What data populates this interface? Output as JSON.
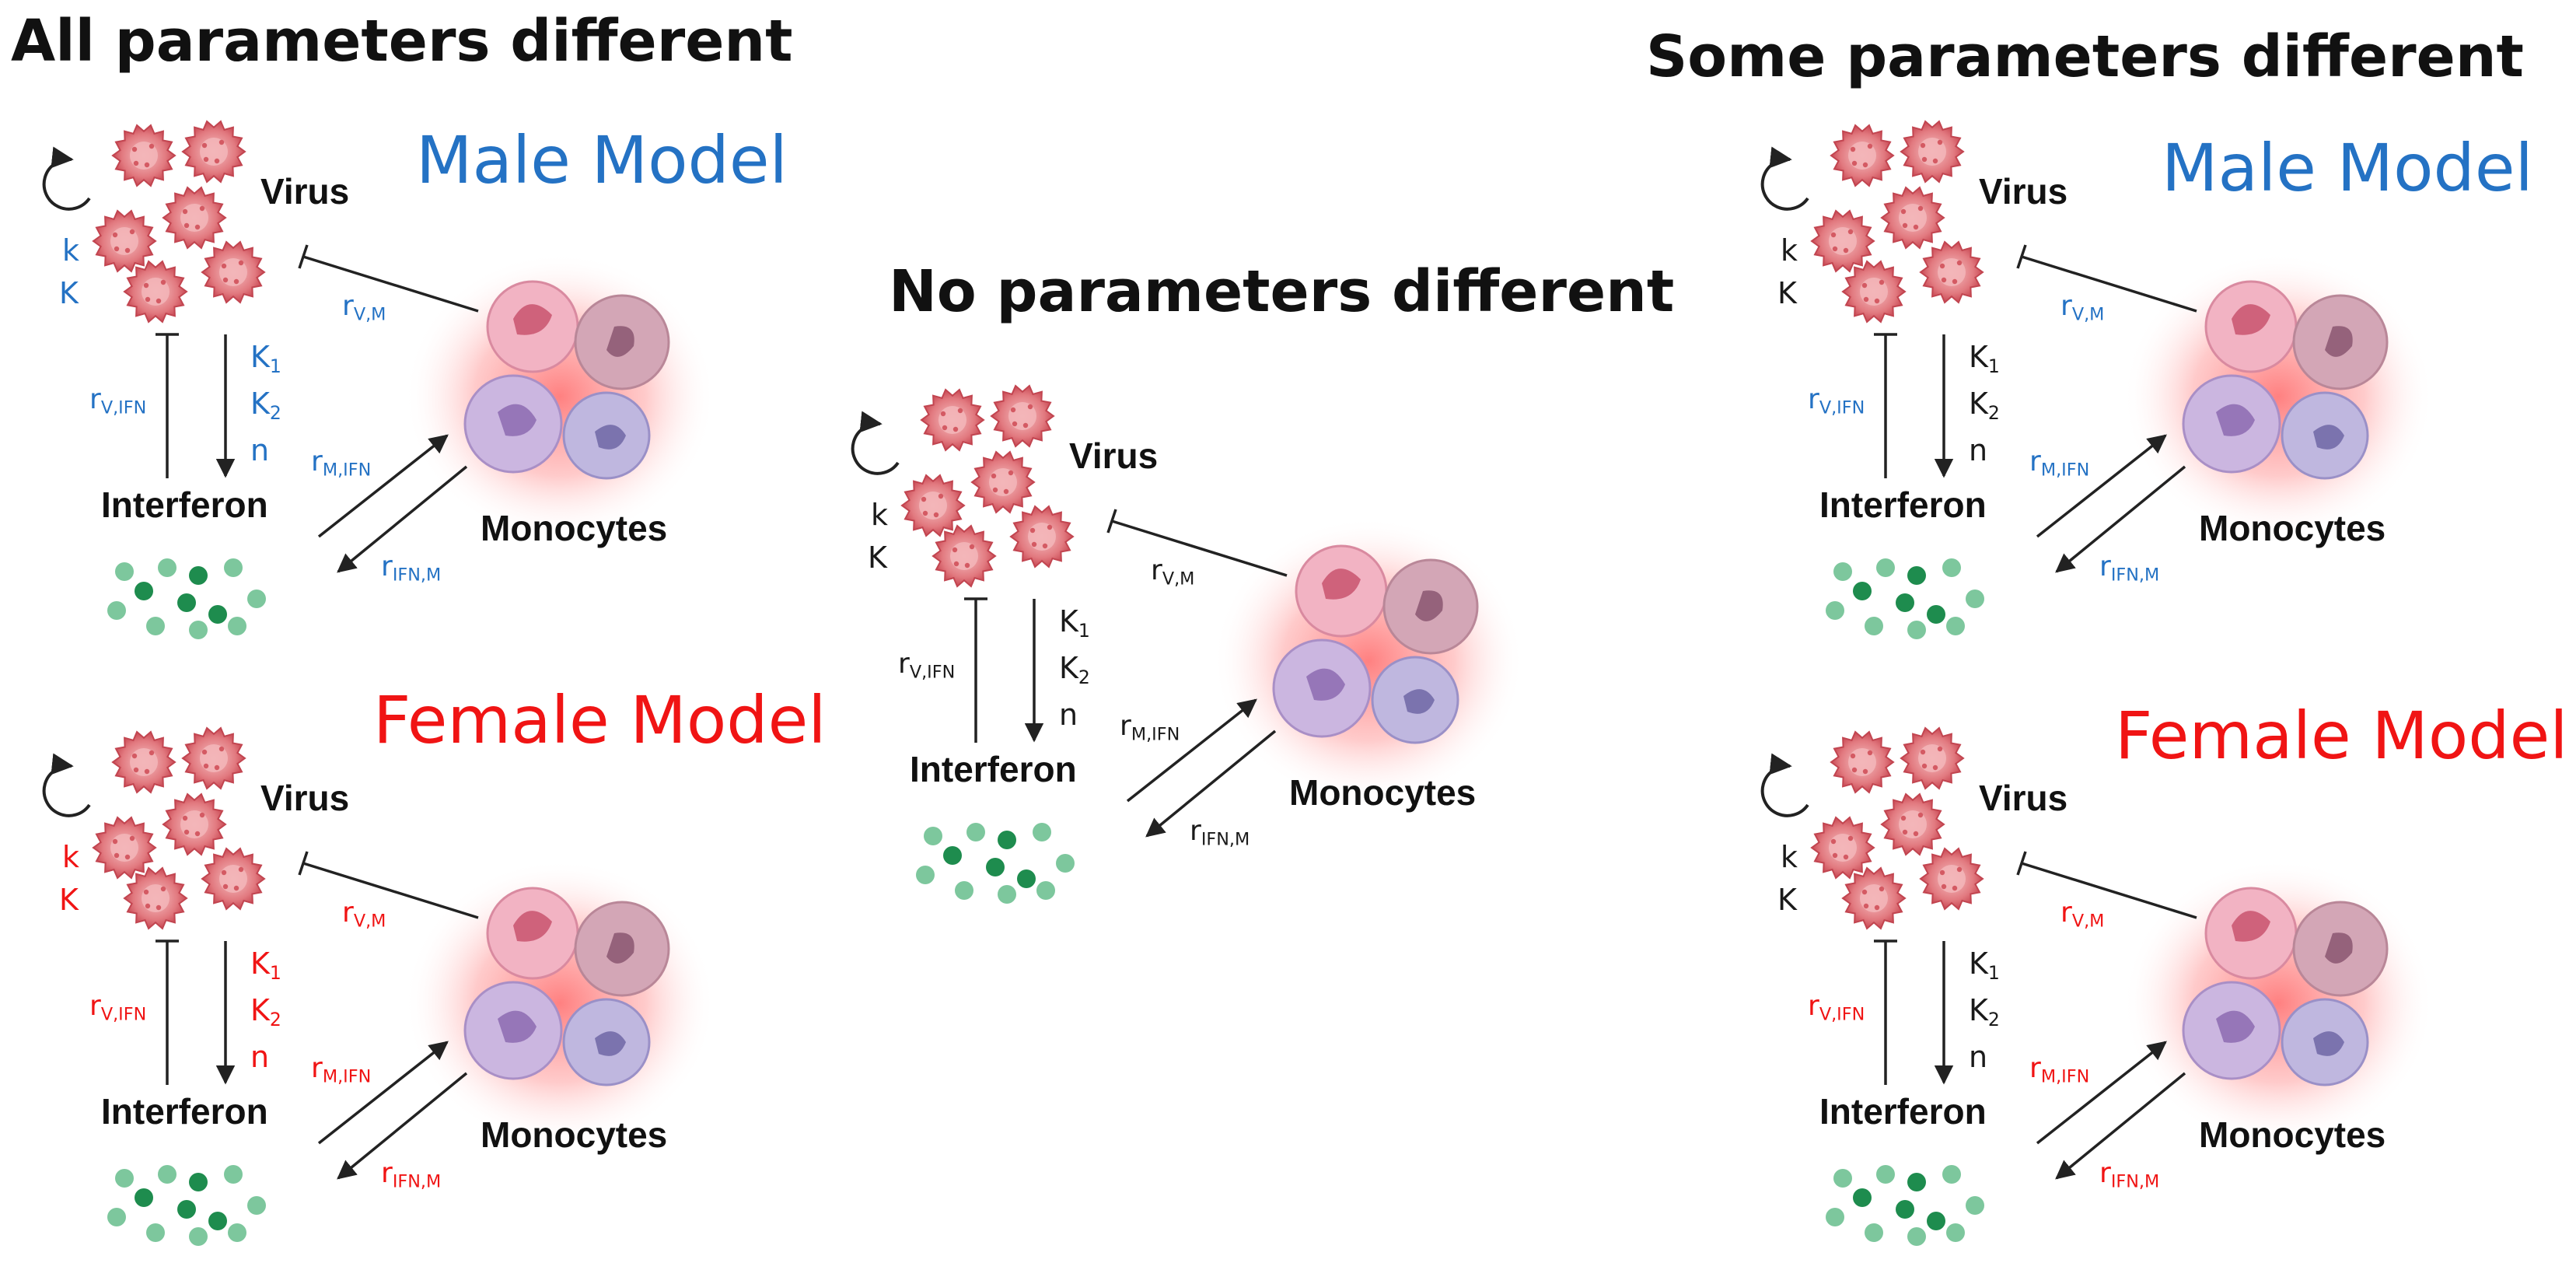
{
  "colors": {
    "male": "#2472c4",
    "female": "#f01414",
    "neutral": "#1a1a1a",
    "virus": "#e06b73",
    "interferon_dark": "#1e8c4e",
    "interferon_light": "#7dc79d",
    "monocyte_glow": "#ff7a7a"
  },
  "headings": {
    "all_different": "All parameters different",
    "none_different": "No parameters different",
    "some_different": "Some parameters different"
  },
  "models": {
    "male_title": "Male Model",
    "female_title": "Female Model"
  },
  "nodes": {
    "virus": "Virus",
    "interferon": "Interferon",
    "monocytes": "Monocytes"
  },
  "params": {
    "k": "k",
    "K": "K",
    "K1": "K",
    "K2": "K",
    "K1_sub": "1",
    "K2_sub": "2",
    "n": "n",
    "r": "r",
    "vm_sub": "V,M",
    "vifn_sub": "V,IFN",
    "mifn_sub": "M,IFN",
    "ifnm_sub": "IFN,M"
  },
  "panels": [
    {
      "id": "all-male",
      "scale": 1.0,
      "title": "male_title",
      "growth_color": "male",
      "hill_color": "male",
      "rate_color": "male"
    },
    {
      "id": "all-female",
      "scale": 1.0,
      "title": "female_title",
      "growth_color": "female",
      "hill_color": "female",
      "rate_color": "female"
    },
    {
      "id": "none",
      "scale": 1.0,
      "title": null,
      "growth_color": "neutral",
      "hill_color": "neutral",
      "rate_color": "neutral"
    },
    {
      "id": "some-male",
      "scale": 1.0,
      "title": "male_title",
      "growth_color": "neutral",
      "hill_color": "neutral",
      "rate_color": "male"
    },
    {
      "id": "some-female",
      "scale": 1.0,
      "title": "female_title",
      "growth_color": "neutral",
      "hill_color": "neutral",
      "rate_color": "female"
    }
  ]
}
